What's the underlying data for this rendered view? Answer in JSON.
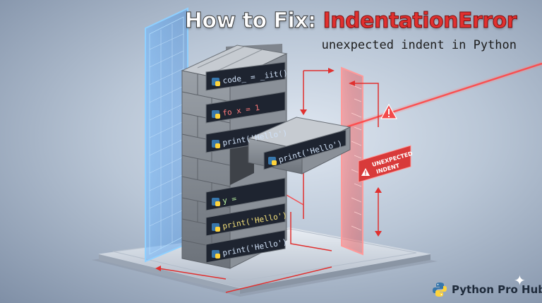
{
  "header": {
    "title_part1": "How to Fix: ",
    "title_part2": "IndentationError",
    "subtitle": "unexpected indent in Python"
  },
  "code_lines": [
    {
      "text": "code_ = _iit()",
      "color": "#cfe0f6"
    },
    {
      "text": "fo x = 1",
      "color": "#ff7a7a"
    },
    {
      "text": "print('Hello')",
      "color": "#cfe0f6"
    },
    {
      "text": "print('Hello')",
      "color": "#cfe0f6"
    },
    {
      "text": "y = ",
      "color": "#b8f0a0"
    },
    {
      "text": "print('Hello')",
      "color": "#f3e07a"
    },
    {
      "text": "print('Hello')",
      "color": "#cfe0f6"
    }
  ],
  "badge": {
    "line1": "UNEXPECTED",
    "line2": "INDENT",
    "icon": "warning-triangle-icon"
  },
  "warning_icon": "warning-triangle-icon",
  "brand": {
    "name": "Python Pro Hub",
    "icon": "python-logo-icon"
  },
  "colors": {
    "accent_red": "#e0302f",
    "ruler_blue": "#4aa3ff",
    "ruler_red": "#ff4d4d",
    "brick": "#8e949c"
  }
}
